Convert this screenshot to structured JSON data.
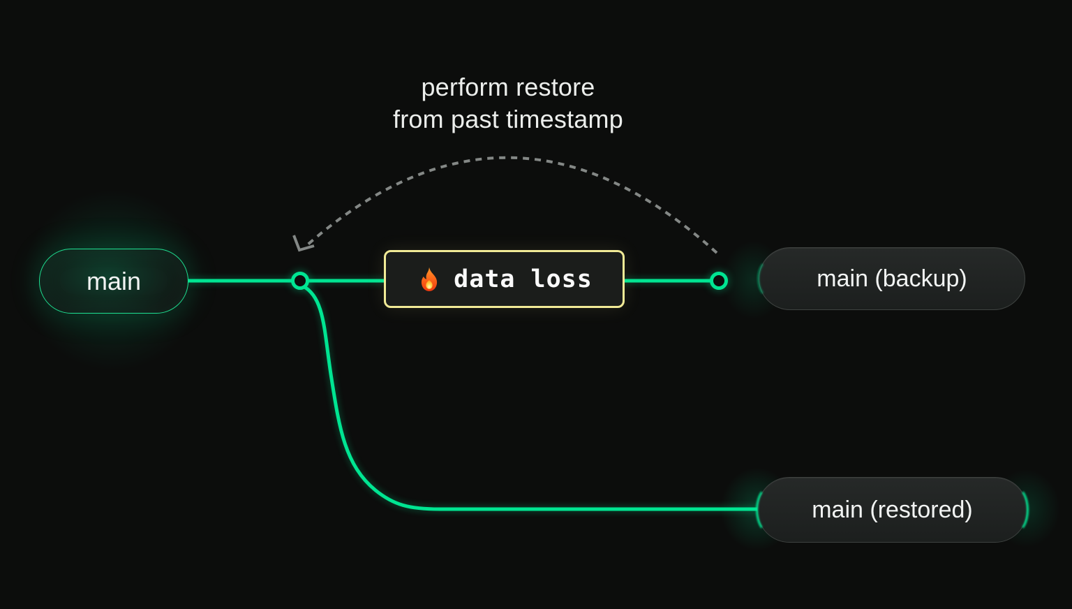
{
  "diagram": {
    "annotation": {
      "line1": "perform restore",
      "line2": "from past timestamp"
    },
    "nodes": {
      "main": {
        "label": "main"
      },
      "backup": {
        "label": "main (backup)"
      },
      "restored": {
        "label": "main (restored)"
      },
      "event": {
        "label": "data loss",
        "icon": "fire-icon"
      }
    },
    "colors": {
      "background": "#0c0d0c",
      "branch_green": "#00e592",
      "event_border_yellow": "#f1ea96",
      "arrow_gray": "#848886",
      "text_light": "#eceeec"
    }
  }
}
